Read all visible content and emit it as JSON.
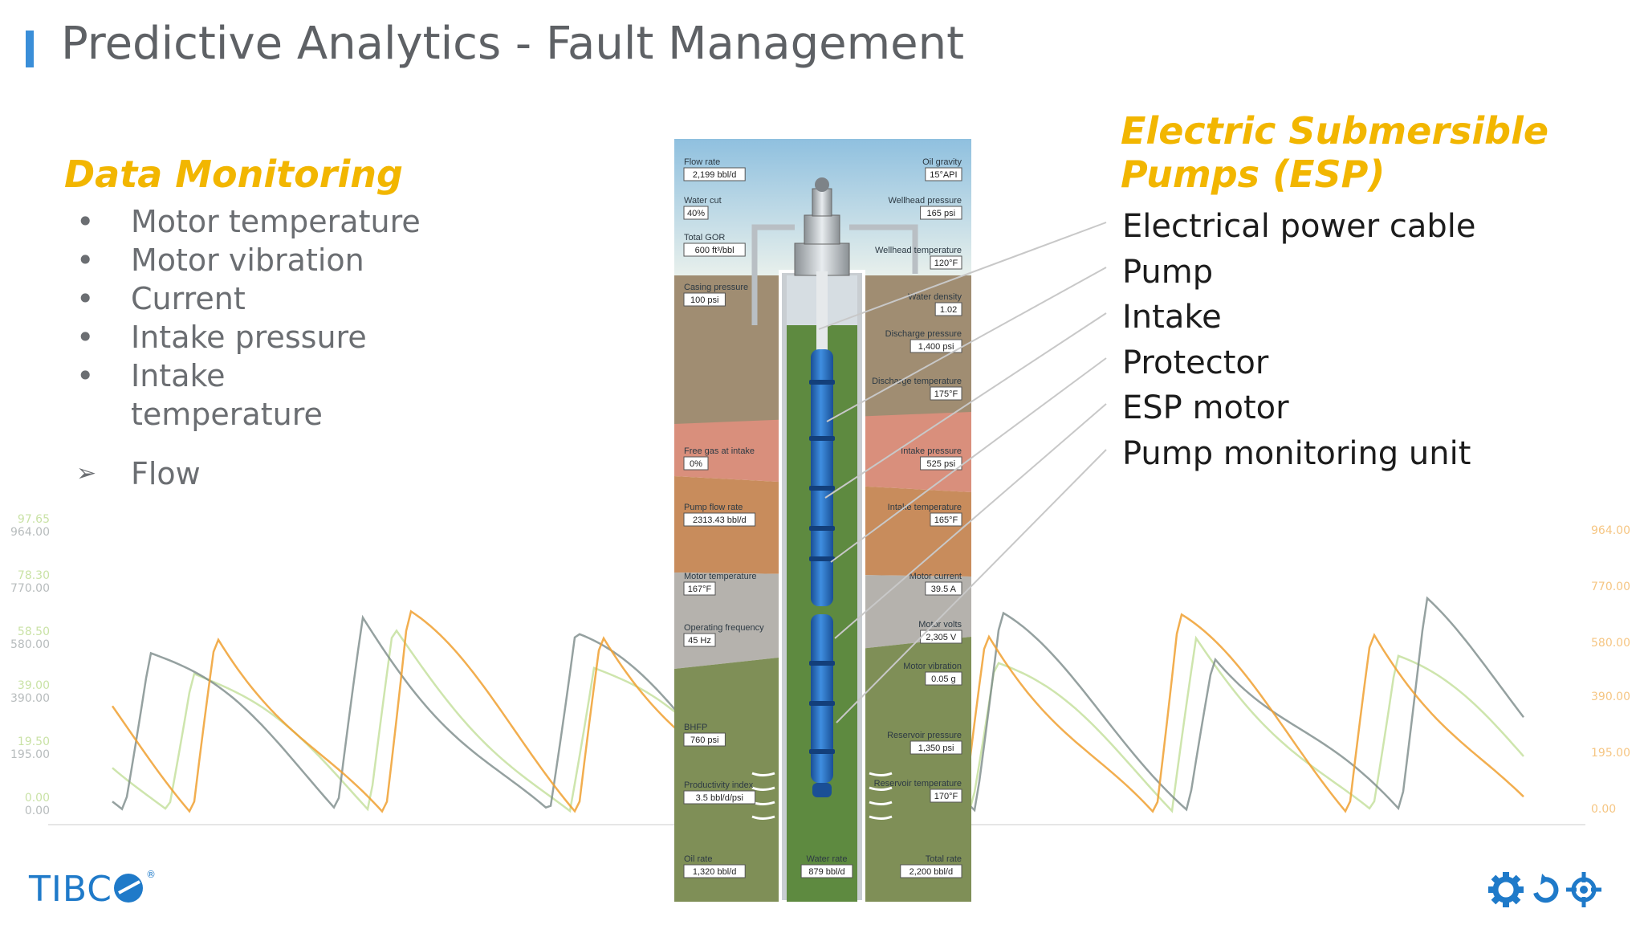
{
  "slide": {
    "title": "Predictive Analytics - Fault Management"
  },
  "monitoring": {
    "heading": "Data Monitoring",
    "bullets": [
      "Motor temperature",
      "Motor vibration",
      "Current",
      "Intake pressure",
      "Intake temperature"
    ],
    "sub_item": "Flow",
    "bullet_symbol": "•",
    "sub_symbol": "➢"
  },
  "esp": {
    "heading_line1": "Electric Submersible",
    "heading_line2": "Pumps (ESP)",
    "components": [
      "Electrical power cable",
      "Pump",
      "Intake",
      "Protector",
      "ESP motor",
      "Pump monitoring unit"
    ]
  },
  "well_diagram": {
    "readouts": [
      {
        "label": "Flow rate",
        "value": "2,199 bbl/d"
      },
      {
        "label": "Water cut",
        "value": "40%"
      },
      {
        "label": "Total GOR",
        "value": "600 ft³/bbl"
      },
      {
        "label": "Casing pressure",
        "value": "100 psi"
      },
      {
        "label": "Free gas at intake",
        "value": "0%"
      },
      {
        "label": "Pump flow rate",
        "value": "2313.43 bbl/d"
      },
      {
        "label": "Motor temperature",
        "value": "167°F"
      },
      {
        "label": "Operating frequency",
        "value": "45 Hz"
      },
      {
        "label": "BHFP",
        "value": "760 psi"
      },
      {
        "label": "Productivity index",
        "value": "3.5 bbl/d/psi"
      },
      {
        "label": "Oil rate",
        "value": "1,320 bbl/d"
      },
      {
        "label": "Water rate",
        "value": "879 bbl/d"
      },
      {
        "label": "Oil gravity",
        "value": "15°API"
      },
      {
        "label": "Wellhead pressure",
        "value": "165 psi"
      },
      {
        "label": "Wellhead temperature",
        "value": "120°F"
      },
      {
        "label": "Water density",
        "value": "1.02"
      },
      {
        "label": "Discharge pressure",
        "value": "1,400 psi"
      },
      {
        "label": "Discharge temperature",
        "value": "175°F"
      },
      {
        "label": "Intake pressure",
        "value": "525 psi"
      },
      {
        "label": "Intake temperature",
        "value": "165°F"
      },
      {
        "label": "Motor current",
        "value": "39.5 A"
      },
      {
        "label": "Motor volts",
        "value": "2,305 V"
      },
      {
        "label": "Motor vibration",
        "value": "0.05 g"
      },
      {
        "label": "Reservoir pressure",
        "value": "1,350 psi"
      },
      {
        "label": "Reservoir temperature",
        "value": "170°F"
      },
      {
        "label": "Total rate",
        "value": "2,200 bbl/d"
      }
    ]
  },
  "background_chart": {
    "left_axis_green": [
      "97.65",
      "78.30",
      "58.50",
      "39.00",
      "19.50",
      "0.00"
    ],
    "left_axis_gray": [
      "964.00",
      "770.00",
      "580.00",
      "390.00",
      "195.00",
      "0.00"
    ],
    "right_axis_orange": [
      "964.00",
      "770.00",
      "580.00",
      "390.00",
      "195.00",
      "0.00"
    ]
  },
  "colors": {
    "accent": "#3a8ed8",
    "heading": "#f2b600",
    "chart_orange": "#f0a030",
    "chart_gray": "#7b8a88",
    "chart_green": "#a6cf6a",
    "logo_blue": "#1f7ac9"
  },
  "logo": {
    "text": "TIBC",
    "reg": "®"
  },
  "icons": [
    "gear-icon",
    "cycle-icon",
    "target-icon"
  ]
}
